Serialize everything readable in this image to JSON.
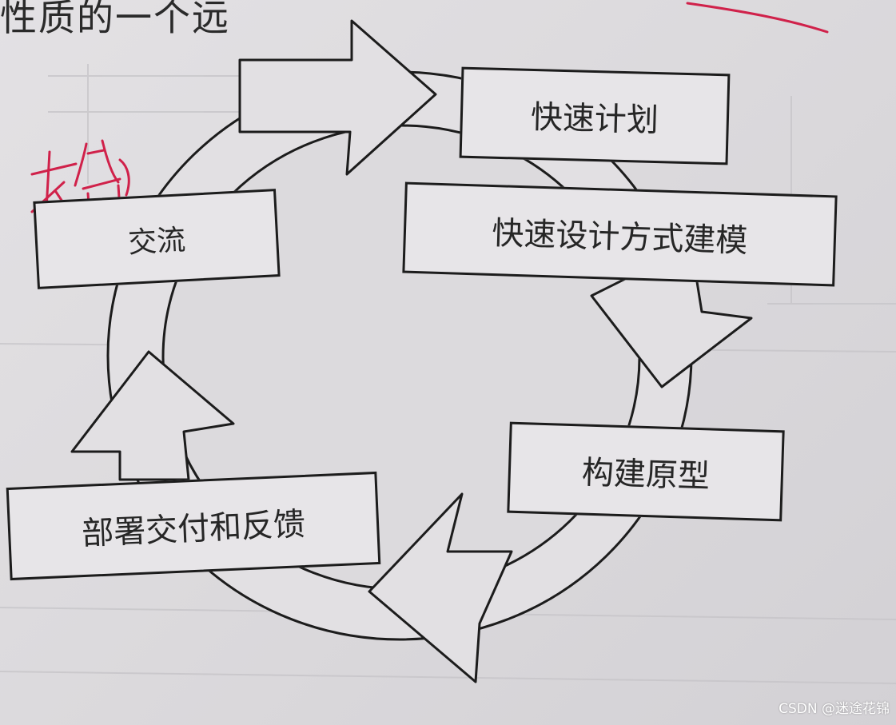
{
  "header_text": "性质的一个远",
  "stages": [
    {
      "id": "quick-plan",
      "label": "快速计划"
    },
    {
      "id": "quick-design-modeling",
      "label": "快速设计方式建模"
    },
    {
      "id": "build-prototype",
      "label": "构建原型"
    },
    {
      "id": "deploy-delivery-feedback",
      "label": "部署交付和反馈"
    },
    {
      "id": "communication",
      "label": "交流"
    }
  ],
  "handwritten_note": "开始",
  "watermark": "CSDN @迷途花锦",
  "colors": {
    "paper": "#dedcdf",
    "ink": "#1c1c1c",
    "handwriting": "#d0214a",
    "box_fill": "#e7e5e8"
  }
}
